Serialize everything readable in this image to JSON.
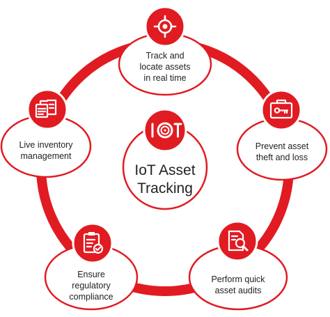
{
  "center": {
    "logo_text": "IOT",
    "title_line1": "IoT Asset",
    "title_line2": "Tracking"
  },
  "nodes": [
    {
      "id": "track",
      "icon": "target-icon",
      "lines": [
        "Track and",
        "locate assets",
        "in real time"
      ]
    },
    {
      "id": "prevent",
      "icon": "briefcase-key-icon",
      "lines": [
        "Prevent asset",
        "theft and loss"
      ]
    },
    {
      "id": "audit",
      "icon": "document-magnifier-icon",
      "lines": [
        "Perform quick",
        "asset audits"
      ]
    },
    {
      "id": "comply",
      "icon": "clipboard-check-icon",
      "lines": [
        "Ensure",
        "regulatory",
        "compliance"
      ]
    },
    {
      "id": "inventory",
      "icon": "boxes-inventory-icon",
      "lines": [
        "Live inventory",
        "management"
      ]
    }
  ],
  "colors": {
    "accent": "#e11b22",
    "text": "#222222",
    "background": "#ffffff"
  }
}
